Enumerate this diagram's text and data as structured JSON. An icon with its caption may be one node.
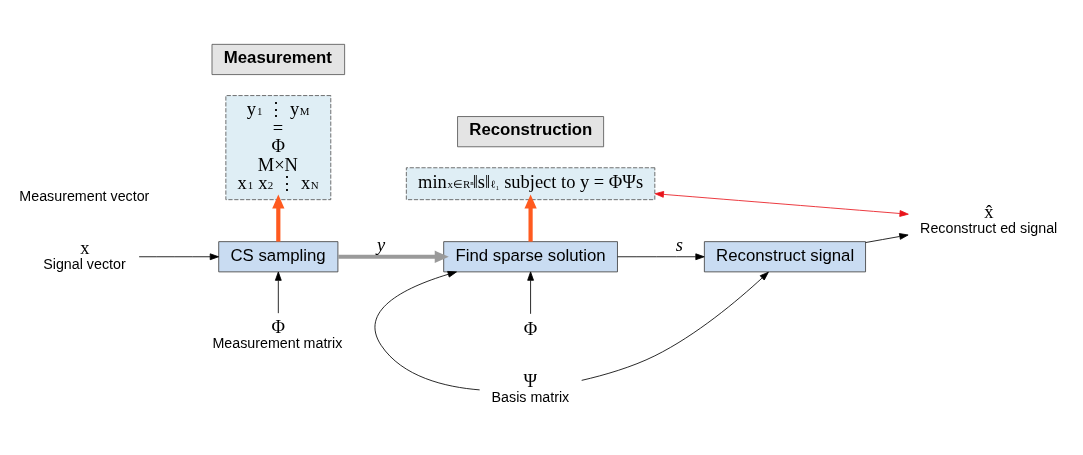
{
  "diagram": {
    "nodes": [
      {
        "text": [
          "y$_{1}$ ⋮ y$_{M}$",
          "=",
          "Φ",
          "M×N",
          "x$_{1}$ x$_{2}$ ⋮ x$_{N}$"
        ]
      },
      {
        "text": [
          "min$_{x∈Rⁿ}$‖s‖$_{ℓ₁}$ subject to y = ΦΨs"
        ]
      },
      {
        "text": [
          "x"
        ],
        "beside": [
          "Signal vector"
        ]
      },
      {
        "text": [
          "CS sampling"
        ]
      },
      {
        "text": [
          "Find sparse solution"
        ]
      },
      {
        "text": [
          "Reconstruct signal"
        ]
      },
      {
        "text": [
          "x̂"
        ],
        "beside": [
          "Reconstruct ed signal"
        ]
      },
      {
        "text": [
          "Φ"
        ],
        "beside": [
          "Measurement matrix"
        ]
      },
      {
        "text": [
          "Φ"
        ]
      },
      {
        "text": [
          "Ψ"
        ],
        "beside": [
          "Basis matrix"
        ]
      },
      {
        "text": [
          "Measurement"
        ]
      },
      {
        "text": [
          "Reconstruction"
        ]
      }
    ],
    "edges": [
      {
        "from": 2,
        "to": 3,
        "arrow": "to"
      },
      {
        "from": 7,
        "to": 3,
        "arrow": "to"
      },
      {
        "from": 3,
        "to": 0,
        "arrow": "to",
        "style": "thick",
        "color": "#ff5a1f"
      },
      {
        "from": 3,
        "to": 4,
        "arrow": "to",
        "label": "y",
        "style": "thick",
        "color": "#9a9a9a"
      },
      {
        "from": 4,
        "to": 1,
        "arrow": "to",
        "style": "thick",
        "color": "#ff5a1f"
      },
      {
        "from": 8,
        "to": 4,
        "arrow": "to"
      },
      {
        "from": 9,
        "to": 4,
        "arrow": "to"
      },
      {
        "from": 4,
        "to": 5,
        "arrow": "to",
        "label": "s"
      },
      {
        "from": 9,
        "to": 5,
        "arrow": "to"
      },
      {
        "from": 5,
        "to": 6,
        "arrow": "to"
      },
      {
        "from": 1,
        "to": 6,
        "arrow": "both",
        "color": "#e8141b"
      }
    ],
    "labels": [
      "Measurement vector"
    ]
  }
}
